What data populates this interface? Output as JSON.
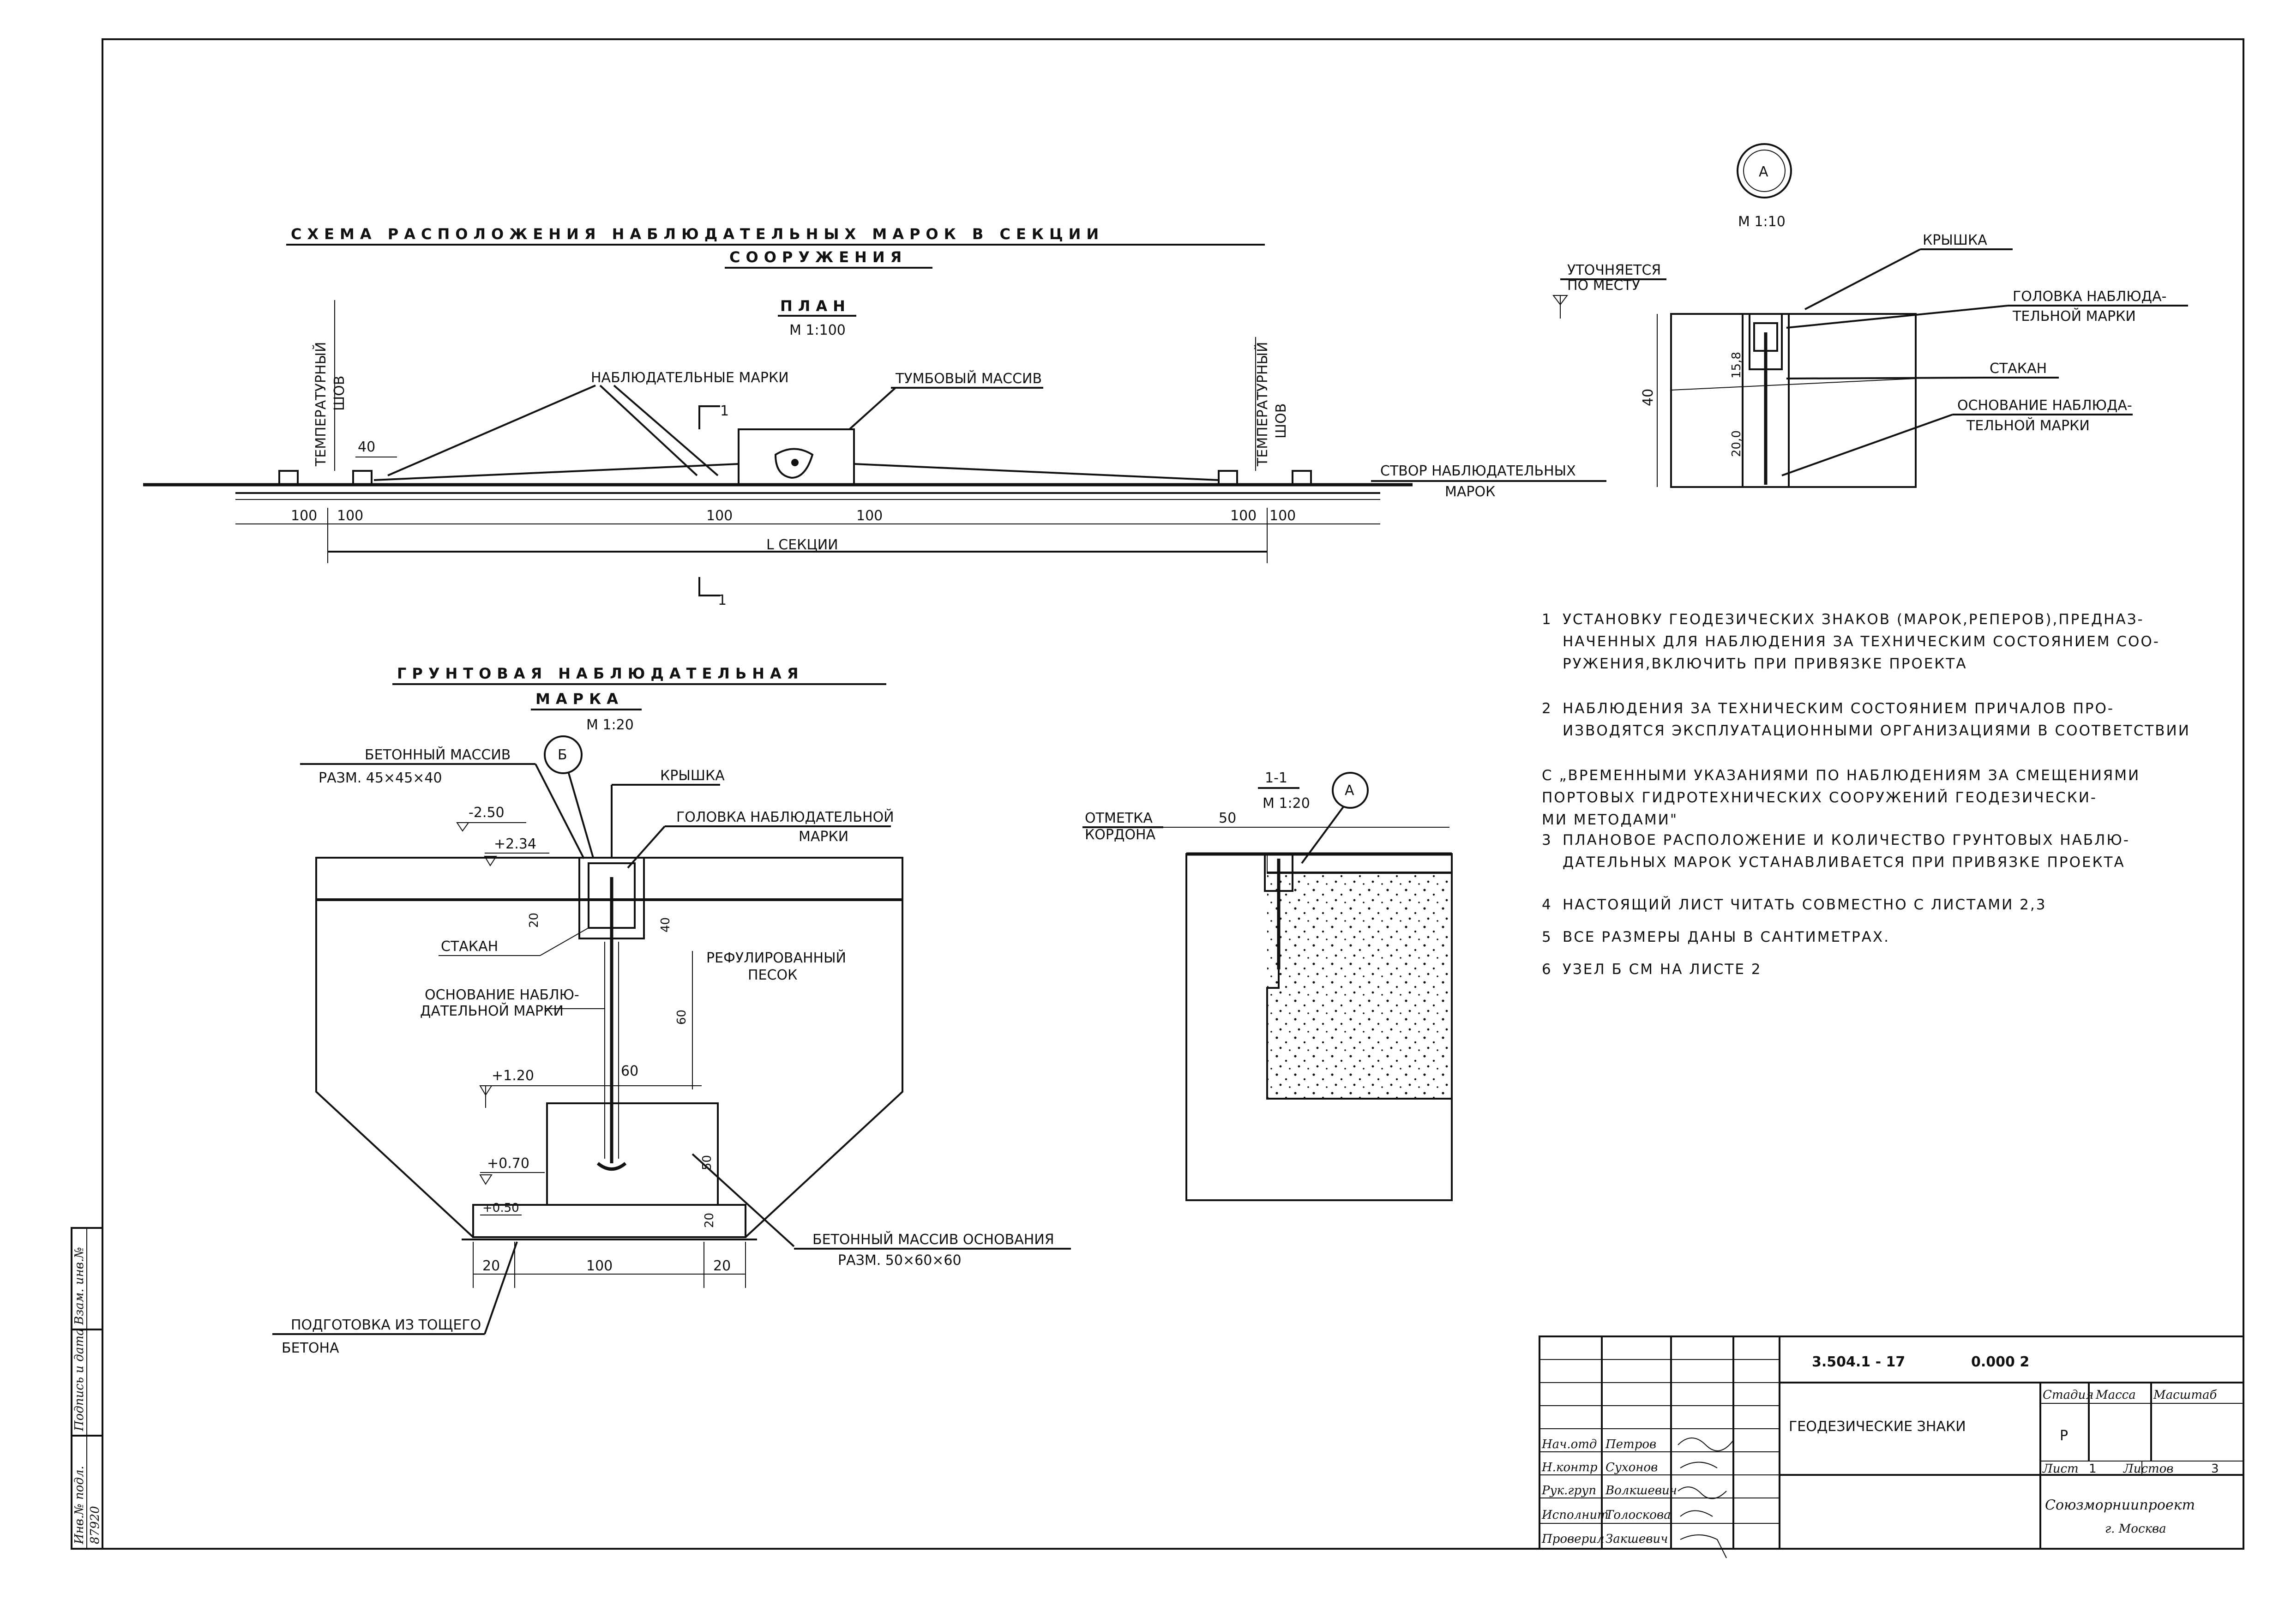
{
  "plan": {
    "title1": "СХЕМА РАСПОЛОЖЕНИЯ НАБЛЮДАТЕЛЬНЫХ МАРОК В СЕКЦИИ",
    "title2": "СООРУЖЕНИЯ",
    "view": "ПЛАН",
    "scale": "М 1:100",
    "marks_label": "НАБЛЮДАТЕЛЬНЫЕ МАРКИ",
    "tumb_label": "ТУМБОВЫЙ МАССИВ",
    "joint_left1": "ТЕМПЕРАТУРНЫЙ",
    "joint_left2": "ШОВ",
    "joint_right1": "ТЕМПЕРАТУРНЫЙ",
    "joint_right2": "ШОВ",
    "line_label1": "СТВОР НАБЛЮДАТЕЛЬНЫХ",
    "line_label2": "МАРОК",
    "dim40": "40",
    "dim100a": "100",
    "dim100b": "100",
    "dim100c": "100",
    "dim100d": "100",
    "dim100e": "100",
    "dim100f": "100",
    "section_len": "L  СЕКЦИИ",
    "cut_top": "1",
    "cut_bottom": "1"
  },
  "detailA": {
    "callout": "А",
    "scale": "М 1:10",
    "kryshka": "КРЫШКА",
    "level1": "УТОЧНЯЕТСЯ",
    "level2": "ПО МЕСТУ",
    "head1": "ГОЛОВКА НАБЛЮДА-",
    "head2": "ТЕЛЬНОЙ МАРКИ",
    "stakan": "СТАКАН",
    "base1": "ОСНОВАНИЕ НАБЛЮДА-",
    "base2": "ТЕЛЬНОЙ МАРКИ",
    "dim40": "40",
    "dim20": "20,0",
    "dim15": "15,8"
  },
  "ground": {
    "title1": "ГРУНТОВАЯ НАБЛЮДАТЕЛЬНАЯ",
    "title2": "МАРКА",
    "scale": "М 1:20",
    "callout": "Б",
    "conc1": "БЕТОННЫЙ МАССИВ",
    "conc2": "РАЗМ. 45×45×40",
    "kryshka": "КРЫШКА",
    "head1": "ГОЛОВКА НАБЛЮДАТЕЛЬНОЙ",
    "head2": "МАРКИ",
    "lev1": "-2.50",
    "lev2": "+2.34",
    "lev3": "+1.20",
    "lev4": "+0.70",
    "lev5": "+0.50",
    "stakan": "СТАКАН",
    "sand1": "РЕФУЛИРОВАННЫЙ",
    "sand2": "ПЕСОК",
    "base1": "ОСНОВАНИЕ НАБЛЮ-",
    "base2": "ДАТЕЛЬНОЙ МАРКИ",
    "d20a": "20",
    "d40": "40",
    "d60": "60",
    "d60v": "60",
    "d50": "50",
    "d20b": "20",
    "bot20a": "20",
    "bot100": "100",
    "bot20b": "20",
    "massiv1": "БЕТОННЫЙ МАССИВ ОСНОВАНИЯ",
    "massiv2": "РАЗМ. 50×60×60",
    "prep1": "ПОДГОТОВКА ИЗ ТОЩЕГО",
    "prep2": "БЕТОНА"
  },
  "section": {
    "title": "1-1",
    "scale": "М 1:20",
    "callout": "А",
    "mark1": "ОТМЕТКА",
    "mark2": "КОРДОНА",
    "dim50": "50"
  },
  "notes": [
    {
      "num": "1",
      "lines": [
        "УСТАНОВКУ ГЕОДЕЗИЧЕСКИХ ЗНАКОВ (МАРОК,РЕПЕРОВ),ПРЕДНАЗ-",
        "НАЧЕННЫХ ДЛЯ НАБЛЮДЕНИЯ ЗА ТЕХНИЧЕСКИМ СОСТОЯНИЕМ СОО-",
        "РУЖЕНИЯ,ВКЛЮЧИТЬ ПРИ ПРИВЯЗКЕ ПРОЕКТА"
      ]
    },
    {
      "num": "2",
      "lines": [
        "НАБЛЮДЕНИЯ ЗА ТЕХНИЧЕСКИМ СОСТОЯНИЕМ ПРИЧАЛОВ ПРО-",
        "ИЗВОДЯТСЯ ЭКСПЛУАТАЦИОННЫМИ ОРГАНИЗАЦИЯМИ В СООТВЕТСТВИИ",
        "С „ВРЕМЕННЫМИ УКАЗАНИЯМИ ПО НАБЛЮДЕНИЯМ ЗА СМЕЩЕНИЯМИ",
        "ПОРТОВЫХ ГИДРОТЕХНИЧЕСКИХ СООРУЖЕНИЙ ГЕОДЕЗИЧЕСКИ-",
        "МИ МЕТОДАМИ\""
      ]
    },
    {
      "num": "3",
      "lines": [
        "ПЛАНОВОЕ РАСПОЛОЖЕНИЕ И КОЛИЧЕСТВО ГРУНТОВЫХ НАБЛЮ-",
        "ДАТЕЛЬНЫХ МАРОК УСТАНАВЛИВАЕТСЯ ПРИ ПРИВЯЗКЕ ПРОЕКТА"
      ]
    },
    {
      "num": "4",
      "lines": [
        "НАСТОЯЩИЙ ЛИСТ ЧИТАТЬ СОВМЕСТНО С ЛИСТАМИ 2,3"
      ]
    },
    {
      "num": "5",
      "lines": [
        "ВСЕ РАЗМЕРЫ ДАНЫ В САНТИМЕТРАХ."
      ]
    },
    {
      "num": "6",
      "lines": [
        "УЗЕЛ Б СМ НА ЛИСТЕ 2"
      ]
    }
  ],
  "titleblock": {
    "code": "3.504.1 - 17",
    "sheetcode": "0.000 2",
    "name": "ГЕОДЕЗИЧЕСКИЕ ЗНАКИ",
    "stadiya_h": "Стадия",
    "massa_h": "Масса",
    "masshtab_h": "Масштаб",
    "stadiya": "Р",
    "list_h": "Лист",
    "list_v": "1",
    "listov_h": "Листов",
    "listov_v": "3",
    "org1": "Союзморниипроект",
    "org2": "г. Москва",
    "roles": [
      "Нач.отд",
      "Н.контр",
      "Рук.груп",
      "Исполнит",
      "Проверил"
    ],
    "names": [
      "Петров",
      "Сухонов",
      "Волкшевич",
      "Толоскова",
      "Закшевич"
    ]
  },
  "sidebar": {
    "inv": "Инв.№ подл.",
    "sign": "Подпись и дата",
    "vzam": "Взам. инв.№",
    "num": "87920"
  }
}
